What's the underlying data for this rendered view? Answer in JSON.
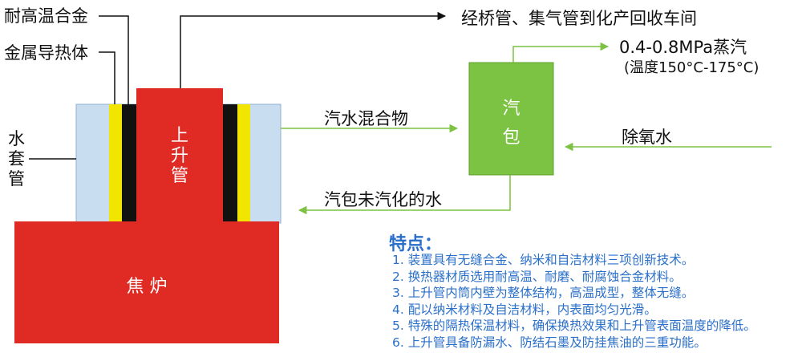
{
  "labels": {
    "alloy": "耐高温合金",
    "metal": "金属导热体",
    "water_jacket": [
      "水",
      "套",
      "管"
    ],
    "riser": [
      "上",
      "升",
      "管"
    ],
    "furnace": "焦 炉",
    "drum": [
      "汽",
      "包"
    ],
    "to_workshop": "经桥管、集气管到化产回收车间",
    "steam_output": "0.4-0.8MPa蒸汽",
    "steam_temp": "(温度150°C-175°C)",
    "mixture": "汽水混合物",
    "deaerated_water": "除氧水",
    "unvaporized_water": "汽包未汽化的水"
  },
  "features": {
    "title": "特点：",
    "items": [
      "1. 装置具有无缝合金、纳米和自洁材料三项创新技术。",
      "2. 换热器材质选用耐高温、耐磨、耐腐蚀合金材料。",
      "3. 上升管内筒内壁为整体结构，高温成型，整体无缝。",
      "4. 配以纳米材料及自洁材料，内表面均匀光滑。",
      "5. 特殊的隔热保温材料，确保换热效果和上升管表面温度的降低。",
      "6. 上升管具备防漏水、防结石墨及防挂焦油的三重功能。"
    ]
  },
  "colors": {
    "red": "#e02b25",
    "light_blue": "#c9ddf0",
    "yellow": "#f2e600",
    "black": "#111111",
    "green": "#7cc243",
    "text_blue": "#2a6fc9"
  }
}
